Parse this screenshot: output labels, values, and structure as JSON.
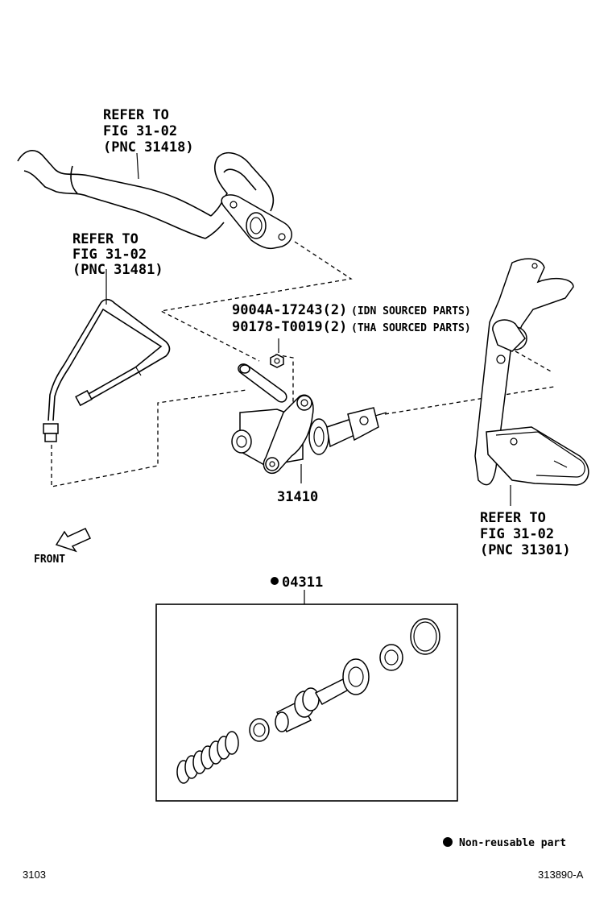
{
  "refs": {
    "ref1": {
      "line1": "REFER TO",
      "line2": "FIG 31-02",
      "line3": "(PNC 31418)"
    },
    "ref2": {
      "line1": "REFER TO",
      "line2": "FIG 31-02",
      "line3": "(PNC 31481)"
    },
    "ref3": {
      "line1": "REFER TO",
      "line2": "FIG 31-02",
      "line3": "(PNC 31301)"
    }
  },
  "callouts": {
    "nut_a_part": "9004A-17243(2)",
    "nut_a_note": "(IDN SOURCED PARTS)",
    "nut_b_part": "90178-T0019(2)",
    "nut_b_note": "(THA SOURCED PARTS)",
    "master_cylinder": "31410",
    "kit": "04311"
  },
  "front_label": "FRONT",
  "legend": {
    "symbol": "●",
    "text": "Non-reusable part"
  },
  "footer": {
    "left": "3103",
    "right": "313890-A"
  }
}
